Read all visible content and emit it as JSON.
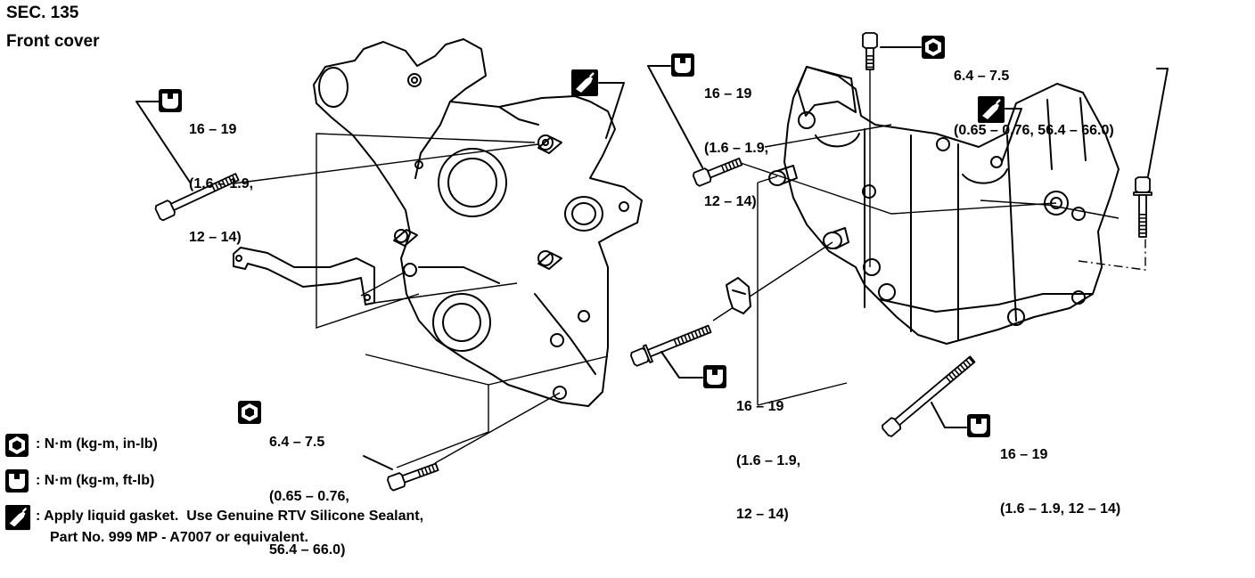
{
  "header": {
    "section": "SEC. 135",
    "title": "Front cover"
  },
  "icons": {
    "in_lb": "torque-in-lb-icon",
    "ft_lb": "torque-ft-lb-icon",
    "gasket": "liquid-gasket-icon"
  },
  "callouts": [
    {
      "icon": "ft_lb",
      "lines": [
        "16 – 19",
        "(1.6 – 1.9,",
        "12 – 14)"
      ]
    },
    {
      "icon": "ft_lb",
      "lines": [
        "16 – 19",
        "(1.6 – 1.9,",
        "12 – 14)"
      ]
    },
    {
      "icon": "in_lb",
      "lines": [
        "6.4 – 7.5",
        "(0.65 – 0.76, 56.4 – 66.0)"
      ]
    },
    {
      "icon": "in_lb",
      "lines": [
        "6.4 – 7.5",
        "(0.65 – 0.76,",
        "56.4 – 66.0)"
      ]
    },
    {
      "icon": "ft_lb",
      "lines": [
        "16 – 19",
        "(1.6 – 1.9,",
        "12 – 14)"
      ]
    },
    {
      "icon": "ft_lb",
      "lines": [
        "16 – 19",
        "(1.6 – 1.9, 12 – 14)"
      ]
    }
  ],
  "legend": [
    {
      "icon": "in_lb",
      "lines": [
        ": N·m (kg-m, in-lb)"
      ]
    },
    {
      "icon": "ft_lb",
      "lines": [
        ": N·m (kg-m, ft-lb)"
      ]
    },
    {
      "icon": "gasket",
      "lines": [
        ": Apply liquid gasket.  Use Genuine RTV Silicone Sealant,",
        "Part No. 999 MP - A7007 or equivalent."
      ]
    }
  ]
}
